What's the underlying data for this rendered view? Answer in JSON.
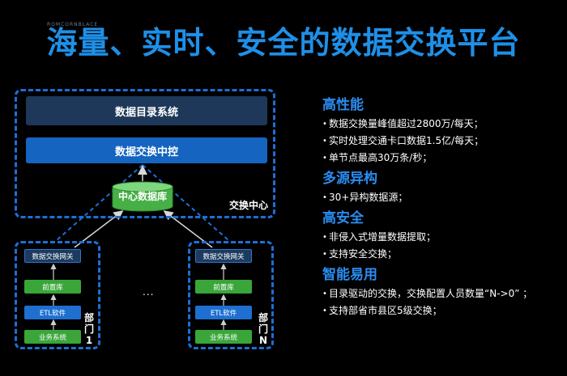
{
  "title": "海量、实时、安全的数据交换平台",
  "brand_text": "ROMCORNBLACE",
  "exchange_center": {
    "catalog": "数据目录系统",
    "control": "数据交换中控",
    "database": "中心数据库",
    "label": "交换中心"
  },
  "dept1": {
    "gateway": "数据交换网关",
    "frontdb": "前置库",
    "etl": "ETL软件",
    "business": "业务系统",
    "label": [
      "部",
      "门",
      "1"
    ]
  },
  "deptN": {
    "gateway": "数据交换网关",
    "frontdb": "前置库",
    "etl": "ETL软件",
    "business": "业务系统",
    "label": [
      "部",
      "门",
      "N"
    ]
  },
  "ellipsis": "...",
  "features": [
    {
      "title": "高性能",
      "items": [
        "数据交换量峰值超过2800万/每天；",
        "实时处理交通卡口数据1.5亿/每天；",
        "单节点最高30万条/秒；"
      ]
    },
    {
      "title": "多源异构",
      "items": [
        "30+异构数据源；"
      ]
    },
    {
      "title": "高安全",
      "items": [
        "非侵入式增量数据提取；",
        "支持安全交换；"
      ]
    },
    {
      "title": "智能易用",
      "items": [
        "目录驱动的交换，交换配置人员数量“N->0” ；",
        "支持部省市县区5级交换；"
      ]
    }
  ]
}
